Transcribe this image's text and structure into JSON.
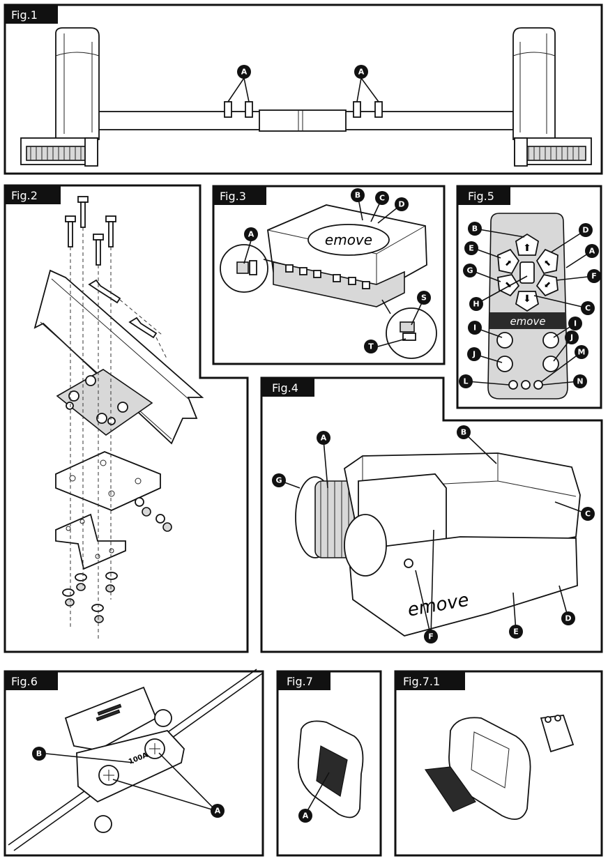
{
  "figures": {
    "fig1": {
      "title": "Fig.1",
      "callouts": [
        "A",
        "A"
      ]
    },
    "fig2": {
      "title": "Fig.2"
    },
    "fig3": {
      "title": "Fig.3",
      "callouts": [
        "A",
        "B",
        "C",
        "D",
        "S",
        "T"
      ],
      "brand": "emove"
    },
    "fig4": {
      "title": "Fig.4",
      "callouts": [
        "A",
        "B",
        "C",
        "D",
        "E",
        "F",
        "G"
      ],
      "brand": "emove"
    },
    "fig5": {
      "title": "Fig.5",
      "callouts": [
        "A",
        "B",
        "C",
        "D",
        "E",
        "F",
        "G",
        "H",
        "I",
        "I",
        "J",
        "J",
        "L",
        "M",
        "N"
      ],
      "brand": "emove"
    },
    "fig6": {
      "title": "Fig.6",
      "callouts": [
        "A",
        "B"
      ],
      "fuse_label": "100A"
    },
    "fig7": {
      "title": "Fig.7",
      "callouts": [
        "A"
      ]
    },
    "fig71": {
      "title": "Fig.7.1"
    }
  }
}
